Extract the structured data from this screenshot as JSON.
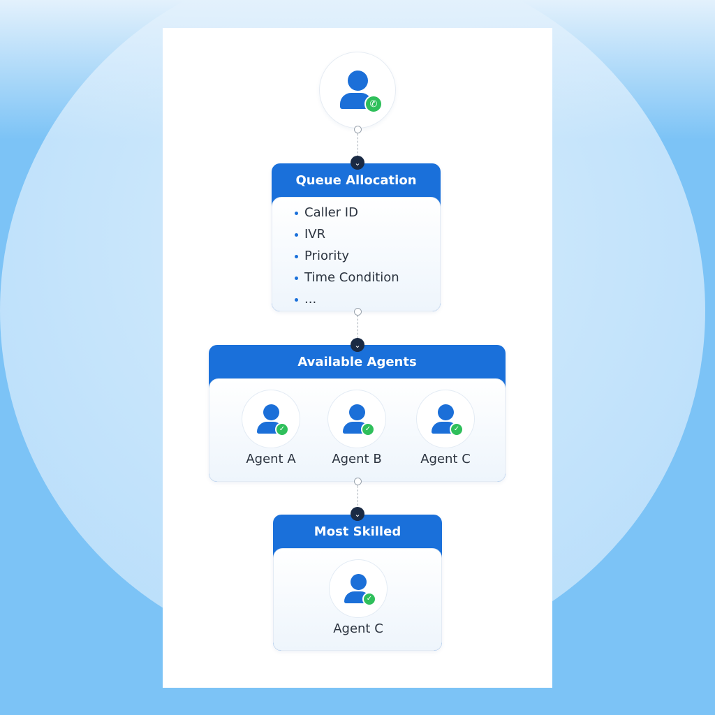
{
  "caller": {
    "icon": "caller-phone-icon"
  },
  "queue_allocation": {
    "title": "Queue Allocation",
    "items": [
      "Caller ID",
      "IVR",
      "Priority",
      "Time Condition",
      "..."
    ]
  },
  "available_agents": {
    "title": "Available Agents",
    "agents": [
      "Agent A",
      "Agent B",
      "Agent C"
    ]
  },
  "most_skilled": {
    "title": "Most Skilled",
    "agent": "Agent C"
  },
  "colors": {
    "accent": "#1a70da",
    "badge": "#2fbf5b",
    "chevron": "#1a2a44"
  }
}
